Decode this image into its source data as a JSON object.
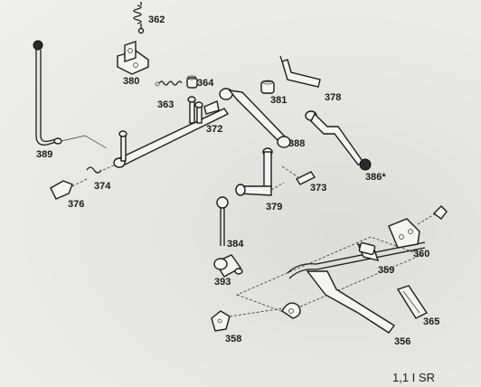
{
  "diagram": {
    "caption": "1,1 I SR",
    "labels": [
      {
        "id": "362",
        "text": "362"
      },
      {
        "id": "380",
        "text": "380"
      },
      {
        "id": "364",
        "text": "364"
      },
      {
        "id": "363",
        "text": "363"
      },
      {
        "id": "381",
        "text": "381"
      },
      {
        "id": "378",
        "text": "378"
      },
      {
        "id": "372",
        "text": "372"
      },
      {
        "id": "389",
        "text": "389"
      },
      {
        "id": "388",
        "text": "388"
      },
      {
        "id": "374",
        "text": "374"
      },
      {
        "id": "376",
        "text": "376"
      },
      {
        "id": "386",
        "text": "386*"
      },
      {
        "id": "373",
        "text": "373"
      },
      {
        "id": "379",
        "text": "379"
      },
      {
        "id": "384",
        "text": "384"
      },
      {
        "id": "360",
        "text": "360"
      },
      {
        "id": "359",
        "text": "359"
      },
      {
        "id": "393",
        "text": "393"
      },
      {
        "id": "365",
        "text": "365"
      },
      {
        "id": "358",
        "text": "358"
      },
      {
        "id": "356",
        "text": "356"
      }
    ]
  }
}
